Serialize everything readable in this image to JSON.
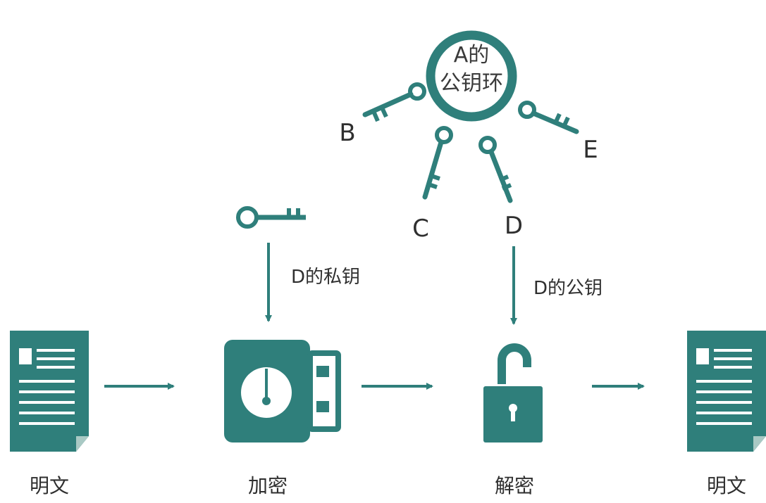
{
  "colors": {
    "teal": "#2f7f7b",
    "fold": "#a9c9c4",
    "arrow": "#2f7f7b",
    "text": "#2f2f2f"
  },
  "keyring": {
    "line1": "A的",
    "line2": "公钥环"
  },
  "ring_keys": {
    "b": "B",
    "c": "C",
    "d": "D",
    "e": "E"
  },
  "arrow_labels": {
    "private_key": "D的私钥",
    "public_key": "D的公钥"
  },
  "nodes": {
    "plaintext_left": "明文",
    "encrypt": "加密",
    "decrypt": "解密",
    "plaintext_right": "明文"
  },
  "icons": [
    "document-icon",
    "usb-drive-icon",
    "unlocked-padlock-icon",
    "key-icon",
    "keyring-icon"
  ]
}
